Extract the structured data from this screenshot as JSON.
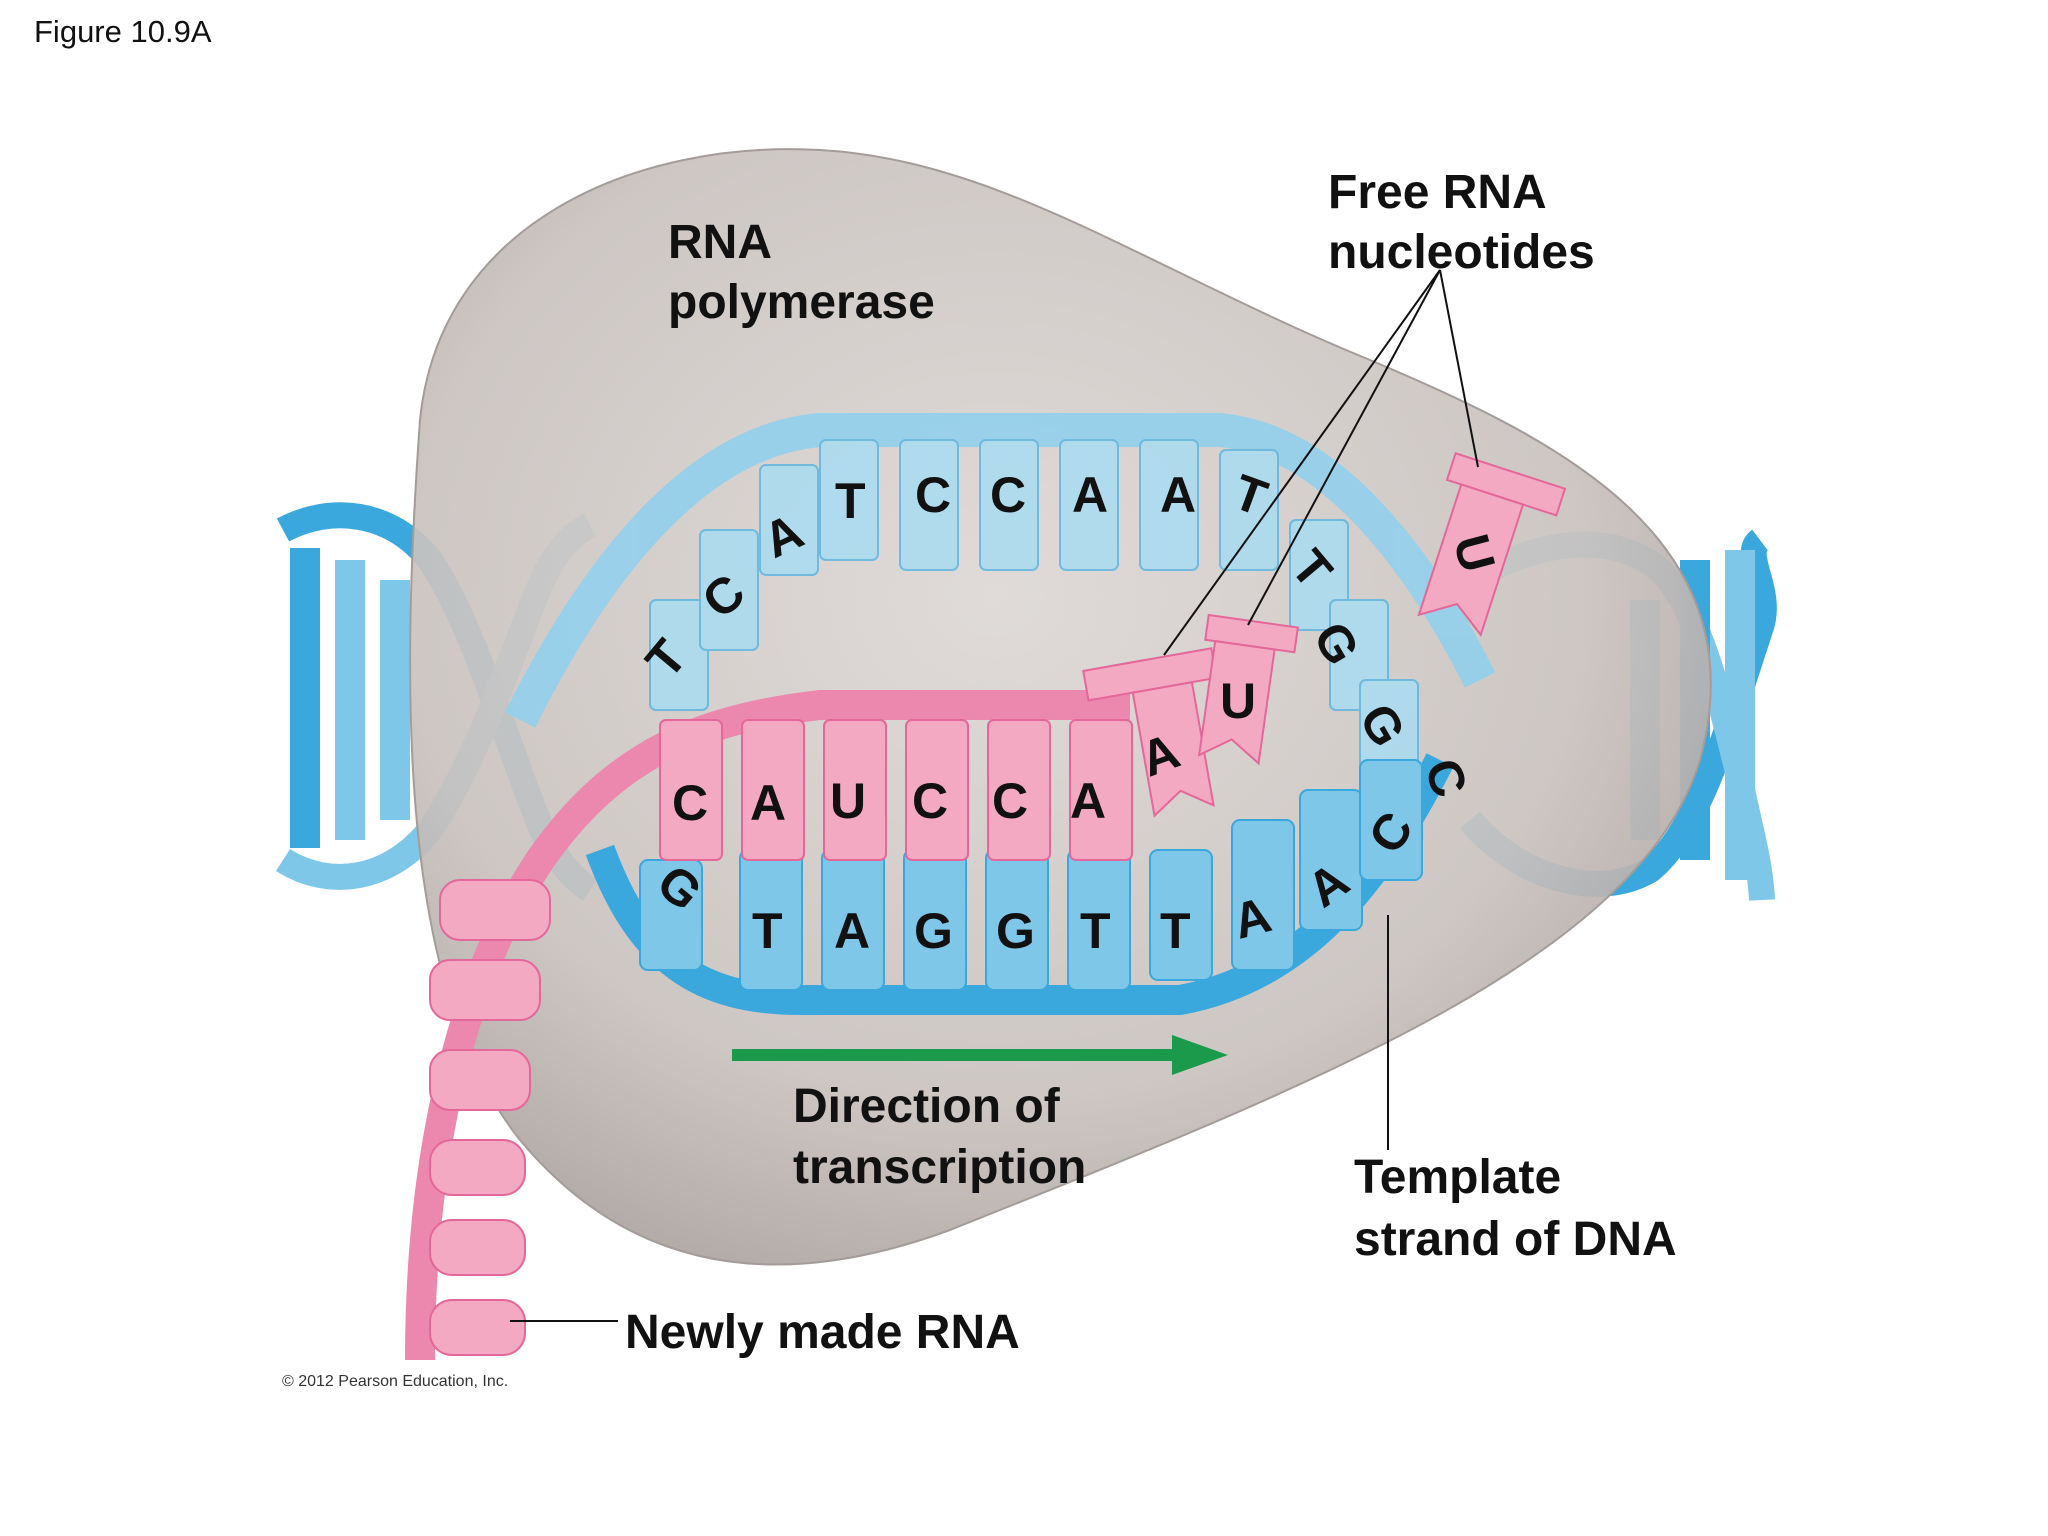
{
  "figure_label": "Figure 10.9A",
  "labels": {
    "polymerase_line1": "RNA",
    "polymerase_line2": "polymerase",
    "free_nt_line1": "Free RNA",
    "free_nt_line2": "nucleotides",
    "direction_line1": "Direction of",
    "direction_line2": "transcription",
    "template_line1": "Template",
    "template_line2": "strand of DNA",
    "new_rna": "Newly made RNA"
  },
  "copyright": "© 2012 Pearson Education, Inc.",
  "bases": {
    "nontemplate_strand": [
      "T",
      "C",
      "A",
      "T",
      "C",
      "C",
      "A",
      "A",
      "T",
      "T",
      "G",
      "G",
      "C"
    ],
    "rna_strand": [
      "C",
      "A",
      "U",
      "C",
      "C",
      "A"
    ],
    "incoming_nucleotides": [
      "A",
      "U"
    ],
    "free_nucleotide": "U",
    "template_strand": [
      "G",
      "T",
      "A",
      "G",
      "G",
      "T",
      "T",
      "A",
      "A",
      "C"
    ]
  },
  "colors": {
    "dna": "#7fc7e8",
    "dna_dark": "#3aa8dd",
    "rna": "#f2a3bd",
    "rna_dark": "#e4679a",
    "polymerase": "#c9c3c0",
    "arrow": "#1a9a4a"
  }
}
